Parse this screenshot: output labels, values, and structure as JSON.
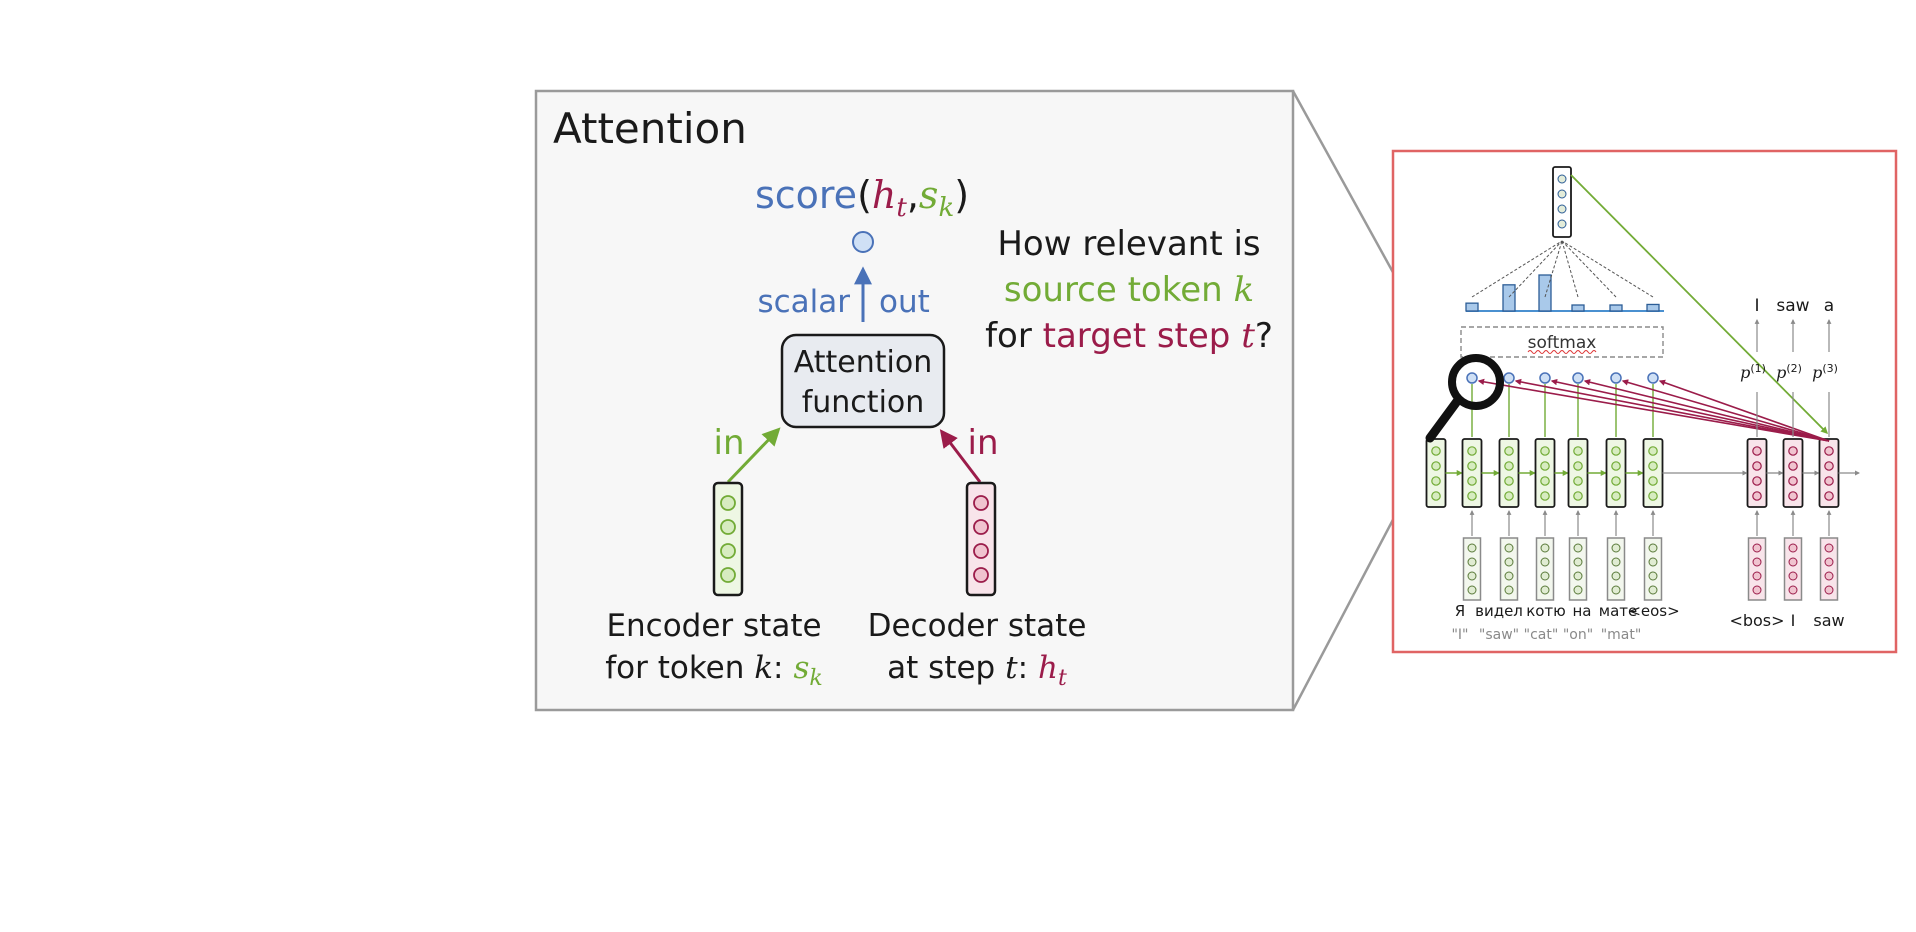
{
  "colors": {
    "blue": "#4a72b8",
    "green": "#72ab36",
    "red": "#9b1c4a",
    "dark": "#1a1a1a",
    "panel_bg": "#f7f7f7",
    "panel_border": "#9a9a9a",
    "zoom_border": "#e06464",
    "enc_fill": "#e6f3d6",
    "dec_fill": "#f2d4dc",
    "dot_blue": "#cfe0f5"
  },
  "attention_panel": {
    "title": "Attention",
    "score": {
      "fn": "score",
      "open_paren": "(",
      "h": "h",
      "h_sub": "t",
      "comma": ",",
      "s": "s",
      "s_sub": "k",
      "close_paren": ")"
    },
    "scalar_label": "scalar",
    "out_label": "out",
    "function_box": {
      "line1": "Attention",
      "line2": "function"
    },
    "in_left": "in",
    "in_right": "in",
    "question": {
      "line1": "How relevant is",
      "line2_text": "source token ",
      "line2_var": "k",
      "line3_pre": "for ",
      "line3_text": "target step ",
      "line3_var": "t",
      "line3_q": "?"
    },
    "encoder_caption": {
      "line1": "Encoder state",
      "line2_pre": "for token ",
      "line2_var": "k",
      "line2_colon": ":",
      "sym": "s",
      "sym_sub": "k"
    },
    "decoder_caption": {
      "line1": "Decoder state",
      "line2_pre": "at step ",
      "line2_var": "t",
      "line2_colon": ":",
      "sym": "h",
      "sym_sub": "t"
    }
  },
  "zoom_panel": {
    "softmax_label": "softmax",
    "attention_weights": [
      0.12,
      0.4,
      0.55,
      0.08,
      0.08,
      0.1
    ],
    "source_tokens": [
      "Я",
      "видел",
      "котю",
      "на",
      "мате",
      "<eos>"
    ],
    "source_translations": [
      "\"I\"",
      "\"saw\"",
      "\"cat\"",
      "\"on\"",
      "\"mat\""
    ],
    "target_inputs": [
      "<bos>",
      "I",
      "saw"
    ],
    "outputs": [
      "I",
      "saw",
      "a"
    ],
    "prob_labels": [
      {
        "base": "p",
        "sup": "(1)"
      },
      {
        "base": "p",
        "sup": "(2)"
      },
      {
        "base": "p",
        "sup": "(3)"
      }
    ]
  }
}
